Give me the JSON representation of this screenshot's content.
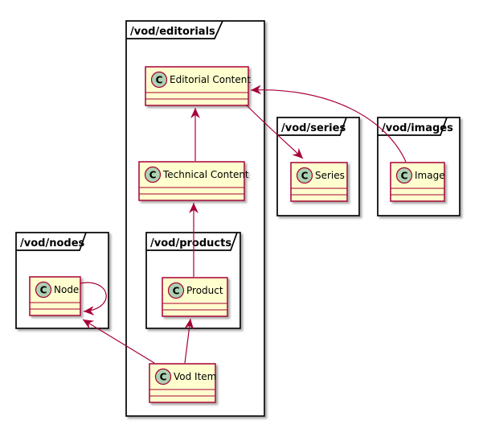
{
  "diagram_type": "uml-package-class-diagram",
  "colors": {
    "background": "#FFFFFF",
    "package_border": "#000000",
    "class_fill": "#FEFECE",
    "class_border": "#A80036",
    "class_icon_fill": "#ADD1B2",
    "arrow": "#A80036"
  },
  "icon": {
    "letter": "C"
  },
  "packages": {
    "editorials": "/vod/editorials",
    "series": "/vod/series",
    "images": "/vod/images",
    "nodes": "/vod/nodes",
    "products": "/vod/products"
  },
  "classes": {
    "editorial_content": "Editorial Content",
    "technical_content": "Technical Content",
    "series": "Series",
    "image": "Image",
    "node": "Node",
    "product": "Product",
    "vod_item": "Vod Item"
  },
  "relations": [
    {
      "from": "Technical Content",
      "to": "Editorial Content"
    },
    {
      "from": "Product",
      "to": "Technical Content"
    },
    {
      "from": "Vod Item",
      "to": "Product"
    },
    {
      "from": "Vod Item",
      "to": "Node"
    },
    {
      "from": "Node",
      "to": "Node"
    },
    {
      "from": "Editorial Content",
      "to": "Series"
    },
    {
      "from": "Image",
      "to": "Editorial Content"
    }
  ]
}
